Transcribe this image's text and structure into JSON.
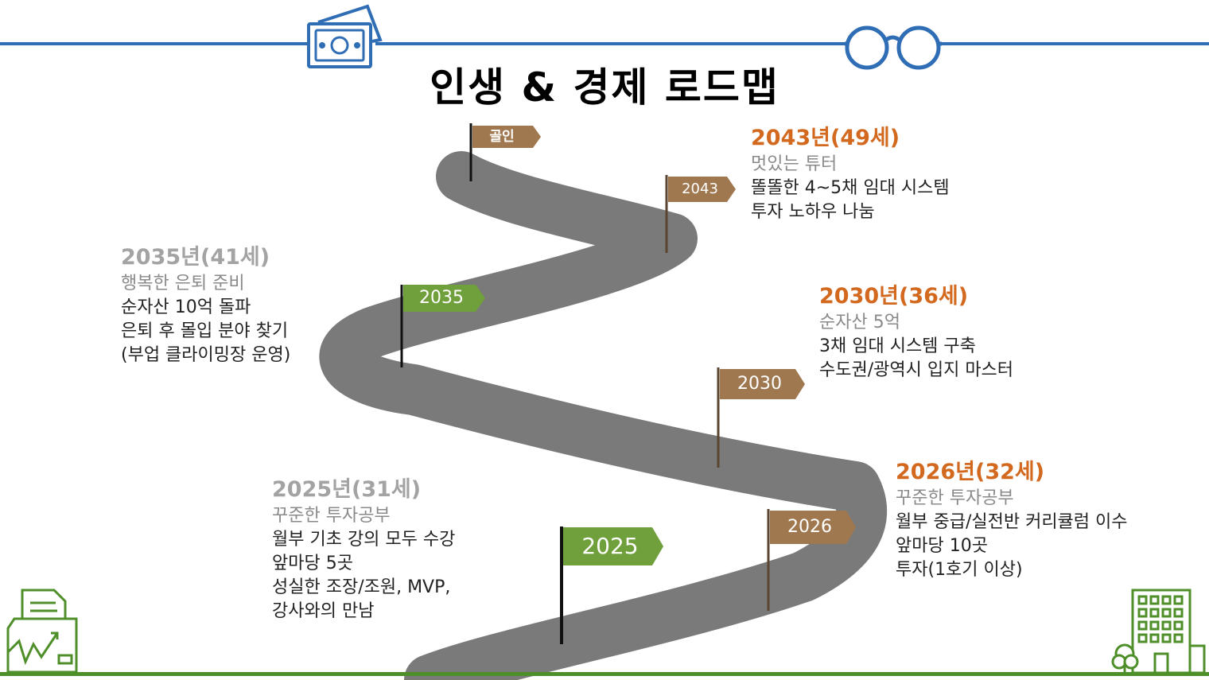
{
  "title": "인생 & 경제 로드맵",
  "colors": {
    "line": "#2f6db5",
    "road": "#7a7a7a",
    "flag_brown": "#a07850",
    "flag_green": "#6fa03c",
    "ground": "#4f8f2a",
    "year_orange": "#d2691e",
    "year_grey": "#a3a3a3"
  },
  "icons": [
    "money-icon",
    "glasses-icon",
    "document-chart-icon",
    "building-icon"
  ],
  "flags": [
    {
      "label": "골인"
    },
    {
      "label": "2043"
    },
    {
      "label": "2035"
    },
    {
      "label": "2030"
    },
    {
      "label": "2026"
    },
    {
      "label": "2025"
    }
  ],
  "milestones": {
    "m2043": {
      "year": "2043년(49세)",
      "sub": "멋있는 튜터",
      "lines": [
        "똘똘한 4~5채 임대 시스템",
        "투자 노하우 나눔"
      ]
    },
    "m2035": {
      "year": "2035년(41세)",
      "sub": "행복한 은퇴 준비",
      "lines": [
        "순자산 10억 돌파",
        "은퇴 후 몰입 분야 찾기",
        "(부업 클라이밍장 운영)"
      ]
    },
    "m2030": {
      "year": "2030년(36세)",
      "sub": "순자산 5억",
      "lines": [
        "3채 임대 시스템 구축",
        "수도권/광역시 입지 마스터"
      ]
    },
    "m2026": {
      "year": "2026년(32세)",
      "sub": "꾸준한 투자공부",
      "lines": [
        "월부 중급/실전반 커리큘럼 이수",
        "앞마당 10곳",
        "투자(1호기 이상)"
      ]
    },
    "m2025": {
      "year": "2025년(31세)",
      "sub": "꾸준한 투자공부",
      "lines": [
        "월부 기초 강의 모두 수강",
        "앞마당 5곳",
        "성실한 조장/조원, MVP,",
        "강사와의 만남"
      ]
    }
  }
}
